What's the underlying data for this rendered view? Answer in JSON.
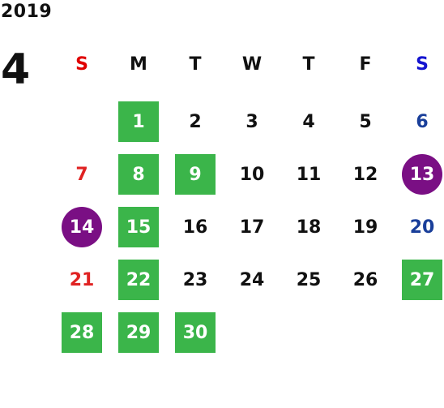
{
  "calendar": {
    "year": "2019",
    "month": "4",
    "weekdays": [
      "S",
      "M",
      "T",
      "W",
      "T",
      "F",
      "S"
    ],
    "weeks": [
      [
        "",
        "1",
        "2",
        "3",
        "4",
        "5",
        "6"
      ],
      [
        "7",
        "8",
        "9",
        "10",
        "11",
        "12",
        "13"
      ],
      [
        "14",
        "15",
        "16",
        "17",
        "18",
        "19",
        "20"
      ],
      [
        "21",
        "22",
        "23",
        "24",
        "25",
        "26",
        "27"
      ],
      [
        "28",
        "29",
        "30",
        "",
        "",
        "",
        ""
      ]
    ],
    "highlight_green": [
      "1",
      "8",
      "9",
      "15",
      "22",
      "27",
      "28",
      "29",
      "30"
    ],
    "highlight_purple": [
      "13",
      "14"
    ],
    "colors": {
      "green": "#3bb54a",
      "purple": "#7a0f84",
      "sunday": "#e02222",
      "saturday": "#1a3f9a",
      "text": "#111111"
    }
  }
}
